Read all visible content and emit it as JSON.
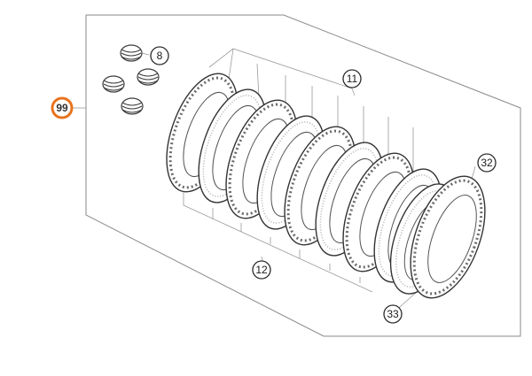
{
  "callouts": {
    "assembly": "99",
    "springs": "8",
    "friction_plates": "11",
    "steel_plates": "12",
    "outer_plate": "32",
    "end_plate": "33"
  },
  "colors": {
    "highlight": "#e8731e",
    "line": "#8a8a8a"
  }
}
